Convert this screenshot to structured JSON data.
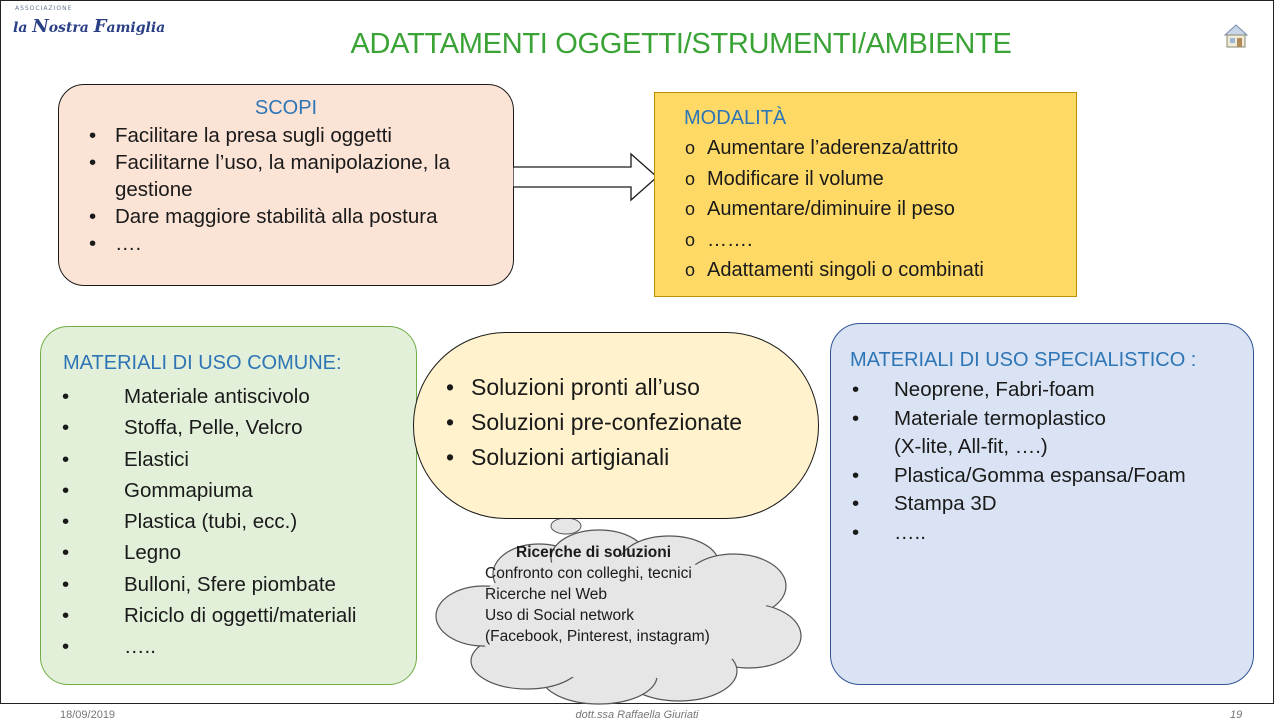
{
  "logo": {
    "small": "ASSOCIAZIONE",
    "word1": "la",
    "word2_initial": "N",
    "word2_rest": "ostra",
    "word3_initial": "F",
    "word3_rest": "amiglia"
  },
  "title": "ADATTAMENTI OGGETTI/STRUMENTI/AMBIENTE",
  "scopi": {
    "heading": "SCOPI",
    "items": [
      "Facilitare la presa sugli oggetti",
      "Facilitarne l’uso, la manipolazione, la gestione",
      "Dare maggiore stabilità alla postura",
      "…."
    ]
  },
  "modalita": {
    "heading": "MODALITÀ",
    "items": [
      "Aumentare l’aderenza/attrito",
      "Modificare il volume",
      "Aumentare/diminuire il peso",
      "…….",
      "Adattamenti singoli o combinati"
    ]
  },
  "comuni": {
    "heading": "MATERIALI DI USO COMUNE:",
    "items": [
      "Materiale antiscivolo",
      "Stoffa, Pelle, Velcro",
      "Elastici",
      "Gommapiuma",
      "Plastica (tubi, ecc.)",
      "Legno",
      "Bulloni, Sfere piombate",
      "Riciclo di oggetti/materiali",
      "….."
    ]
  },
  "soluzioni": {
    "items": [
      "Soluzioni pronti all’uso",
      "Soluzioni pre-confezionate",
      "Soluzioni artigianali"
    ]
  },
  "specialistico": {
    "heading": "MATERIALI DI USO SPECIALISTICO :",
    "items": [
      "Neoprene, Fabri-foam",
      "Materiale termoplastico",
      "Plastica/Gomma espansa/Foam",
      "Stampa 3D",
      "….."
    ],
    "item_continuation": "(X-lite, All-fit, ….)"
  },
  "cloud": {
    "title": "Ricerche di soluzioni",
    "lines": [
      "Confronto con colleghi, tecnici",
      "Ricerche nel Web",
      "Uso di Social network",
      "(Facebook, Pinterest, instagram)"
    ]
  },
  "footer": {
    "date": "18/09/2019",
    "author": "dott.ssa Raffaella Giuriati",
    "page": "19"
  },
  "colors": {
    "title": "#3aa335",
    "heading": "#2e75b6",
    "scopi_bg": "#fbe3d6",
    "modalita_bg": "#ffd966",
    "comuni_bg": "#e2efd9",
    "soluzioni_bg": "#fff2cc",
    "special_bg": "#dae3f3",
    "cloud_bg": "#e7e6e6"
  }
}
